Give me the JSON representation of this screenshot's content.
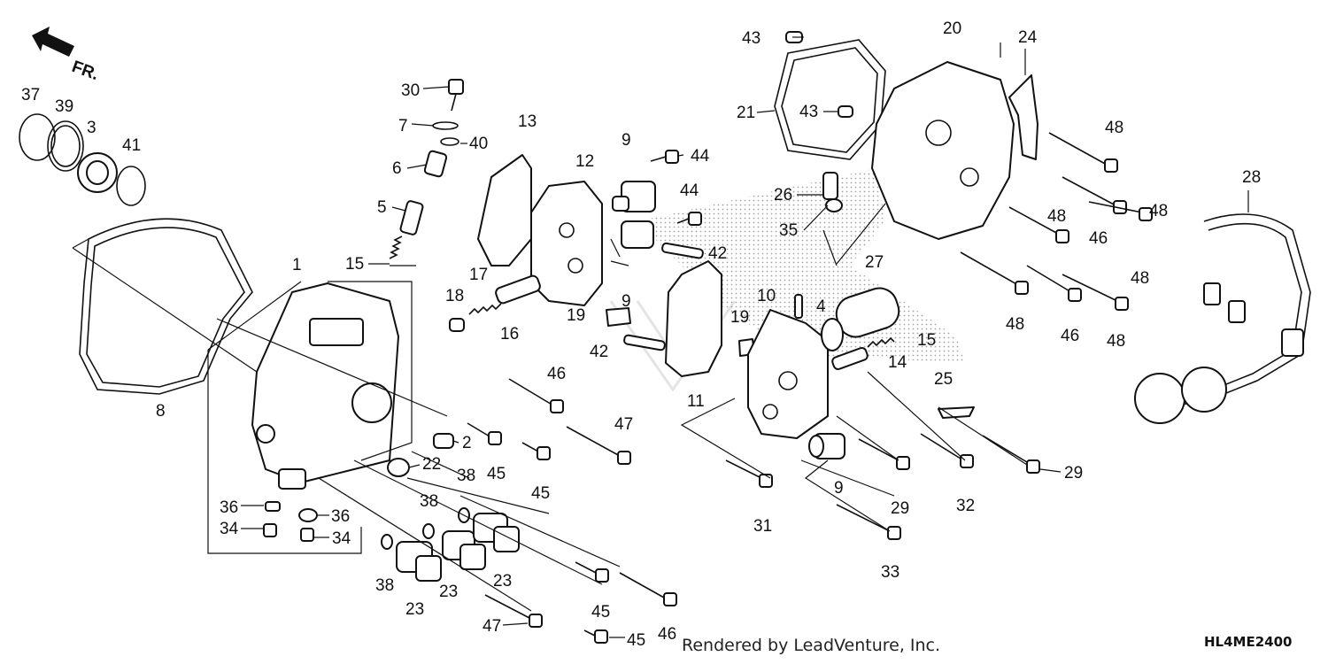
{
  "direction_label": "FR.",
  "footer": {
    "credit": "Rendered by LeadVenture, Inc.",
    "diagram_code": "HL4ME2400"
  },
  "callouts": [
    {
      "id": "c1",
      "text": "1"
    },
    {
      "id": "c2",
      "text": "2"
    },
    {
      "id": "c3",
      "text": "3"
    },
    {
      "id": "c4",
      "text": "4"
    },
    {
      "id": "c5",
      "text": "5"
    },
    {
      "id": "c6",
      "text": "6"
    },
    {
      "id": "c7",
      "text": "7"
    },
    {
      "id": "c8",
      "text": "8"
    },
    {
      "id": "c9a",
      "text": "9"
    },
    {
      "id": "c9b",
      "text": "9"
    },
    {
      "id": "c9c",
      "text": "9"
    },
    {
      "id": "c10",
      "text": "10"
    },
    {
      "id": "c11",
      "text": "11"
    },
    {
      "id": "c12",
      "text": "12"
    },
    {
      "id": "c13",
      "text": "13"
    },
    {
      "id": "c14",
      "text": "14"
    },
    {
      "id": "c15a",
      "text": "15"
    },
    {
      "id": "c15b",
      "text": "15"
    },
    {
      "id": "c16",
      "text": "16"
    },
    {
      "id": "c17",
      "text": "17"
    },
    {
      "id": "c18",
      "text": "18"
    },
    {
      "id": "c19a",
      "text": "19"
    },
    {
      "id": "c19b",
      "text": "19"
    },
    {
      "id": "c20",
      "text": "20"
    },
    {
      "id": "c21",
      "text": "21"
    },
    {
      "id": "c22",
      "text": "22"
    },
    {
      "id": "c23a",
      "text": "23"
    },
    {
      "id": "c23b",
      "text": "23"
    },
    {
      "id": "c23c",
      "text": "23"
    },
    {
      "id": "c24",
      "text": "24"
    },
    {
      "id": "c25",
      "text": "25"
    },
    {
      "id": "c26",
      "text": "26"
    },
    {
      "id": "c27",
      "text": "27"
    },
    {
      "id": "c28",
      "text": "28"
    },
    {
      "id": "c29a",
      "text": "29"
    },
    {
      "id": "c29b",
      "text": "29"
    },
    {
      "id": "c30",
      "text": "30"
    },
    {
      "id": "c31",
      "text": "31"
    },
    {
      "id": "c32",
      "text": "32"
    },
    {
      "id": "c33",
      "text": "33"
    },
    {
      "id": "c34a",
      "text": "34"
    },
    {
      "id": "c34b",
      "text": "34"
    },
    {
      "id": "c35",
      "text": "35"
    },
    {
      "id": "c36a",
      "text": "36"
    },
    {
      "id": "c36b",
      "text": "36"
    },
    {
      "id": "c37",
      "text": "37"
    },
    {
      "id": "c38a",
      "text": "38"
    },
    {
      "id": "c38b",
      "text": "38"
    },
    {
      "id": "c38c",
      "text": "38"
    },
    {
      "id": "c39",
      "text": "39"
    },
    {
      "id": "c40",
      "text": "40"
    },
    {
      "id": "c41",
      "text": "41"
    },
    {
      "id": "c42a",
      "text": "42"
    },
    {
      "id": "c42b",
      "text": "42"
    },
    {
      "id": "c43a",
      "text": "43"
    },
    {
      "id": "c43b",
      "text": "43"
    },
    {
      "id": "c44a",
      "text": "44"
    },
    {
      "id": "c44b",
      "text": "44"
    },
    {
      "id": "c45a",
      "text": "45"
    },
    {
      "id": "c45b",
      "text": "45"
    },
    {
      "id": "c45c",
      "text": "45"
    },
    {
      "id": "c45d",
      "text": "45"
    },
    {
      "id": "c46a",
      "text": "46"
    },
    {
      "id": "c46b",
      "text": "46"
    },
    {
      "id": "c46c",
      "text": "46"
    },
    {
      "id": "c46d",
      "text": "46"
    },
    {
      "id": "c47a",
      "text": "47"
    },
    {
      "id": "c47b",
      "text": "47"
    },
    {
      "id": "c48a",
      "text": "48"
    },
    {
      "id": "c48b",
      "text": "48"
    },
    {
      "id": "c48c",
      "text": "48"
    },
    {
      "id": "c48d",
      "text": "48"
    },
    {
      "id": "c48e",
      "text": "48"
    },
    {
      "id": "c48f",
      "text": "48"
    }
  ]
}
